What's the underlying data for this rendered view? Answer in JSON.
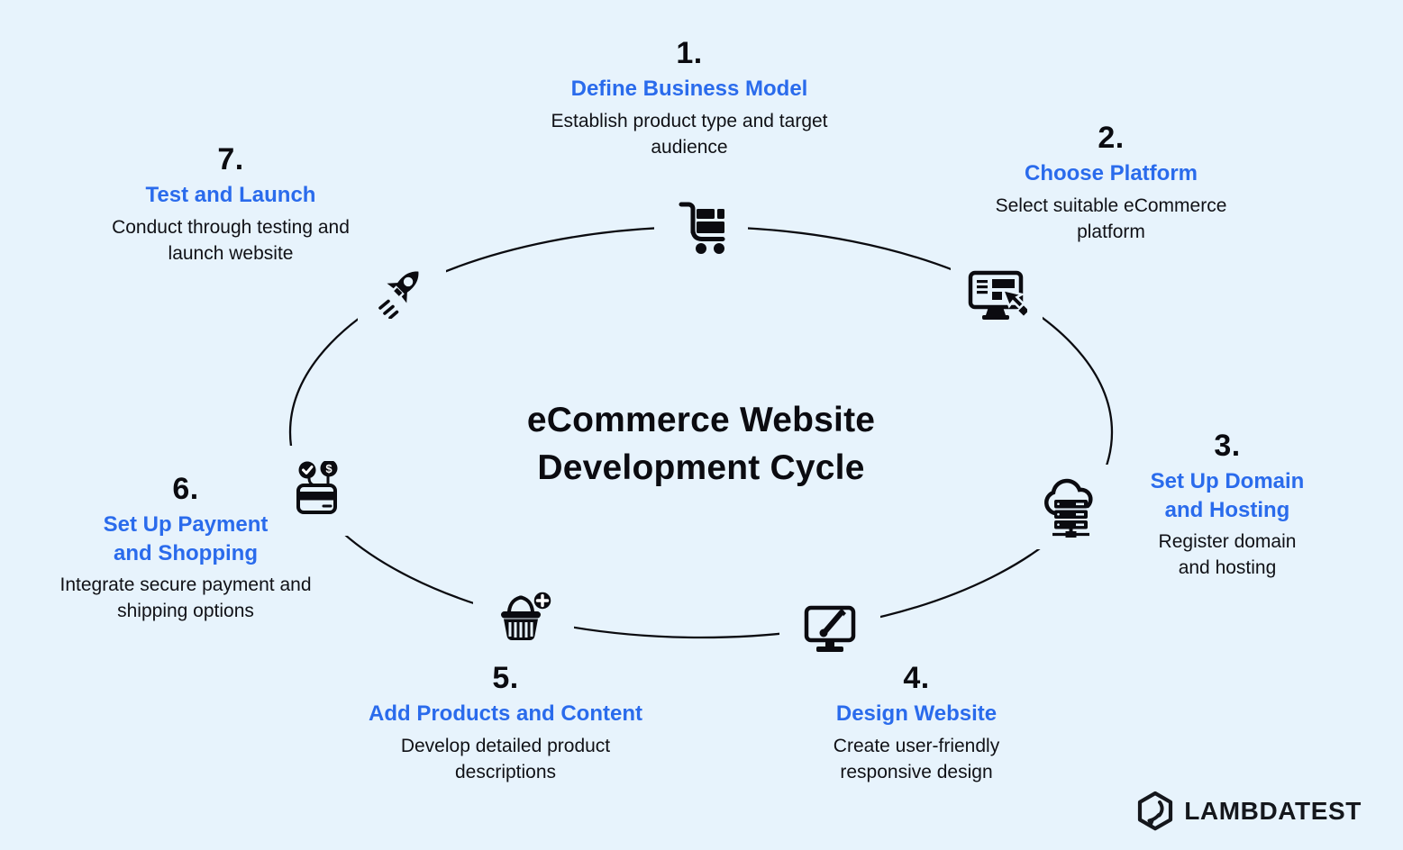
{
  "colors": {
    "background": "#E7F3FC",
    "accent_blue": "#2A6BEC",
    "ink": "#0B0B10"
  },
  "center": {
    "title": "eCommerce Website Development Cycle"
  },
  "steps": [
    {
      "number": "1.",
      "title": "Define Business Model",
      "description": "Establish product type and target audience",
      "icon": "shopping-cart"
    },
    {
      "number": "2.",
      "title": "Choose Platform",
      "description": "Select suitable eCommerce platform",
      "icon": "monitor-click"
    },
    {
      "number": "3.",
      "title": "Set Up Domain and Hosting",
      "description": "Register domain and hosting",
      "icon": "cloud-server"
    },
    {
      "number": "4.",
      "title": "Design Website",
      "description": "Create user-friendly responsive design",
      "icon": "monitor-paintbrush"
    },
    {
      "number": "5.",
      "title": "Add Products and Content",
      "description": "Develop detailed product descriptions",
      "icon": "basket-add"
    },
    {
      "number": "6.",
      "title": "Set Up Payment and Shopping",
      "description": "Integrate secure payment and shipping options",
      "icon": "credit-card-secure"
    },
    {
      "number": "7.",
      "title": "Test and Launch",
      "description": "Conduct through testing and launch website",
      "icon": "rocket"
    }
  ],
  "logo": {
    "text": "LAMBDATEST"
  }
}
